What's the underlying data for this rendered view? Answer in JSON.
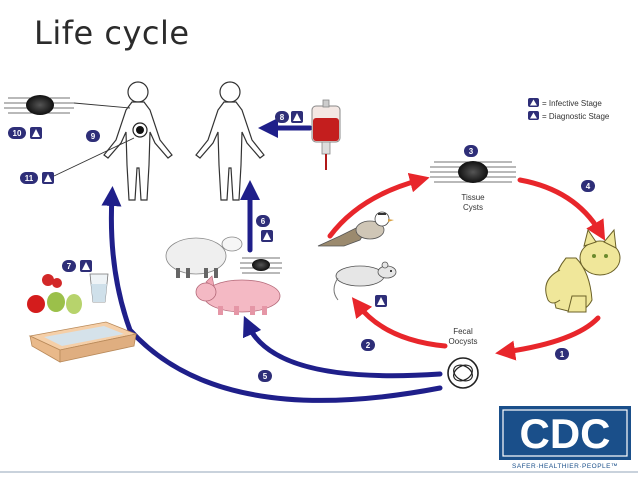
{
  "title": "Life cycle",
  "legend": {
    "infective": "= Infective Stage",
    "diagnostic": "= Diagnostic Stage",
    "infective_letter": "i",
    "diagnostic_letter": "d"
  },
  "labels": {
    "tissue_cysts_line1": "Tissue",
    "tissue_cysts_line2": "Cysts",
    "fecal_oocysts_line1": "Fecal",
    "fecal_oocysts_line2": "Oocysts"
  },
  "steps": [
    "1",
    "2",
    "3",
    "4",
    "5",
    "6",
    "7",
    "8",
    "9",
    "10",
    "11"
  ],
  "logo": {
    "text": "CDC",
    "tagline": "SAFER·HEALTHIER·PEOPLE™"
  },
  "colors": {
    "red_arrow": "#e8262b",
    "blue_arrow": "#1f1f8a",
    "badge": "#2e2e78"
  }
}
